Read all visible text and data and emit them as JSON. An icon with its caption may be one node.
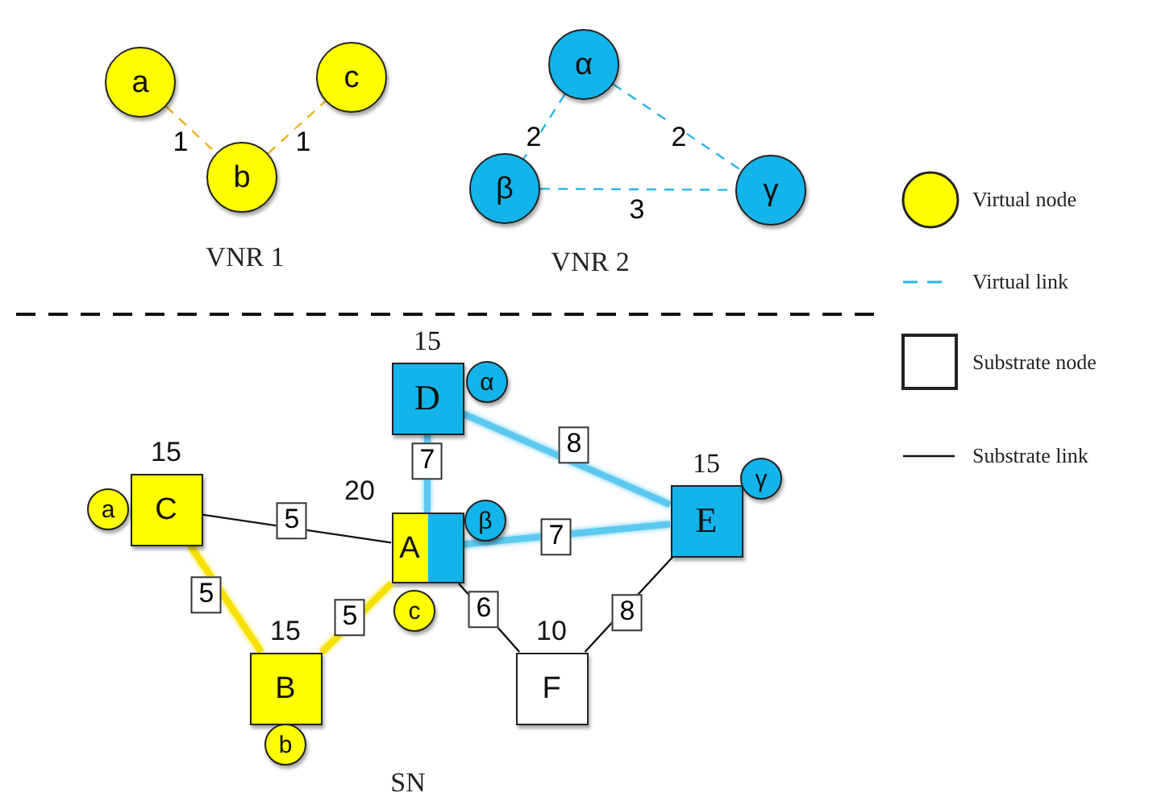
{
  "diagram": {
    "nodes": [
      {
        "text": [
          "a"
        ]
      },
      {
        "text": [
          "c"
        ]
      },
      {
        "text": [
          "b"
        ]
      },
      {
        "text": [
          "α"
        ]
      },
      {
        "text": [
          "β"
        ]
      },
      {
        "text": [
          "γ"
        ]
      },
      {
        "text": [
          "D"
        ],
        "beside": [
          "15"
        ]
      },
      {
        "text": [
          "C"
        ],
        "beside": [
          "15"
        ]
      },
      {
        "text": [
          "A"
        ],
        "beside": [
          "20"
        ]
      },
      {
        "text": [
          "E"
        ],
        "beside": [
          "15"
        ]
      },
      {
        "text": [
          "B"
        ],
        "beside": [
          "15"
        ]
      },
      {
        "text": [
          "F"
        ],
        "beside": [
          "10"
        ]
      },
      {
        "text": [
          "α"
        ]
      },
      {
        "text": [
          "a"
        ]
      },
      {
        "text": [
          "β"
        ]
      },
      {
        "text": [
          "γ"
        ]
      },
      {
        "text": [
          "c"
        ]
      },
      {
        "text": [
          "b"
        ]
      }
    ],
    "edges": [
      {
        "from": 0,
        "to": 2,
        "arrow": "none",
        "label": "1",
        "style": "dashed",
        "color": "#f0b020"
      },
      {
        "from": 2,
        "to": 1,
        "arrow": "none",
        "label": "1",
        "style": "dashed",
        "color": "#f0b020"
      },
      {
        "from": 3,
        "to": 4,
        "arrow": "none",
        "label": "2",
        "style": "dashed",
        "color": "#2ab4e8"
      },
      {
        "from": 3,
        "to": 5,
        "arrow": "none",
        "label": "2",
        "style": "dashed",
        "color": "#2ab4e8"
      },
      {
        "from": 4,
        "to": 5,
        "arrow": "none",
        "label": "3",
        "style": "dashed",
        "color": "#2ab4e8"
      },
      {
        "from": 7,
        "to": 8,
        "arrow": "none",
        "label": "5",
        "color": "#111111"
      },
      {
        "from": 7,
        "to": 10,
        "arrow": "none",
        "label": "5",
        "style": "thick",
        "color": "#f5e000"
      },
      {
        "from": 10,
        "to": 8,
        "arrow": "none",
        "label": "5",
        "style": "thick",
        "color": "#f5e000"
      },
      {
        "from": 6,
        "to": 8,
        "arrow": "none",
        "label": "7",
        "style": "thick",
        "color": "#5cc8f0"
      },
      {
        "from": 6,
        "to": 9,
        "arrow": "none",
        "label": "8",
        "style": "thick",
        "color": "#5cc8f0"
      },
      {
        "from": 8,
        "to": 9,
        "arrow": "none",
        "label": "7",
        "style": "thick",
        "color": "#5cc8f0"
      },
      {
        "from": 8,
        "to": 11,
        "arrow": "none",
        "label": "6",
        "color": "#111111"
      },
      {
        "from": 11,
        "to": 9,
        "arrow": "none",
        "label": "8",
        "color": "#111111"
      }
    ],
    "labels": [
      "VNR 1",
      "VNR 2",
      "SN"
    ],
    "legend": [
      {
        "text": "Virtual node"
      },
      {
        "text": "Virtual link"
      },
      {
        "text": "Substrate node"
      },
      {
        "text": "Substrate link"
      }
    ]
  }
}
